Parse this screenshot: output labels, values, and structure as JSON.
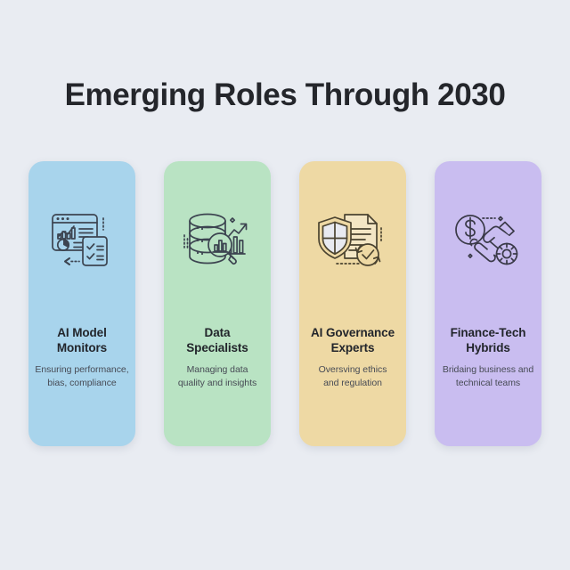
{
  "background_color": "#e9ecf2",
  "header": {
    "title": "Emerging Roles Through 2030"
  },
  "cards": [
    {
      "icon": "dashboard-analytics-checklist-icon",
      "color": "#a8d4ec",
      "stroke": "#3c4450",
      "title": "AI Model Monitors",
      "title_line1": "AI Model",
      "title_line2": "Monitors",
      "description": "Ensuring performance, bias, compliance",
      "desc_line1": "Ensuring performance,",
      "desc_line2": "bias, compliance"
    },
    {
      "icon": "database-magnifier-growth-icon",
      "color": "#b9e3c3",
      "stroke": "#3c4450",
      "title": "Data Specialists",
      "title_line1": "Data",
      "title_line2": "Specialists",
      "description": "Managing data quality and insights",
      "desc_line1": "Managing data",
      "desc_line2": "quality and insights"
    },
    {
      "icon": "shield-document-check-icon",
      "color": "#eed9a4",
      "stroke": "#4a4330",
      "title": "AI Governance Experts",
      "title_line1": "AI Governance",
      "title_line2": "Experts",
      "description": "Oversving ethics and regulation",
      "desc_line1": "Oversving ethics",
      "desc_line2": "and regulation"
    },
    {
      "icon": "handshake-dollar-gear-icon",
      "color": "#c9bdf0",
      "stroke": "#3a3a48",
      "title": "Finance-Tech Hybrids",
      "title_line1": "Finance-Tech",
      "title_line2": "Hybrids",
      "description": "Bridaing business and technical teams",
      "desc_line1": "Bridaing business and",
      "desc_line2": "technical teams"
    }
  ]
}
